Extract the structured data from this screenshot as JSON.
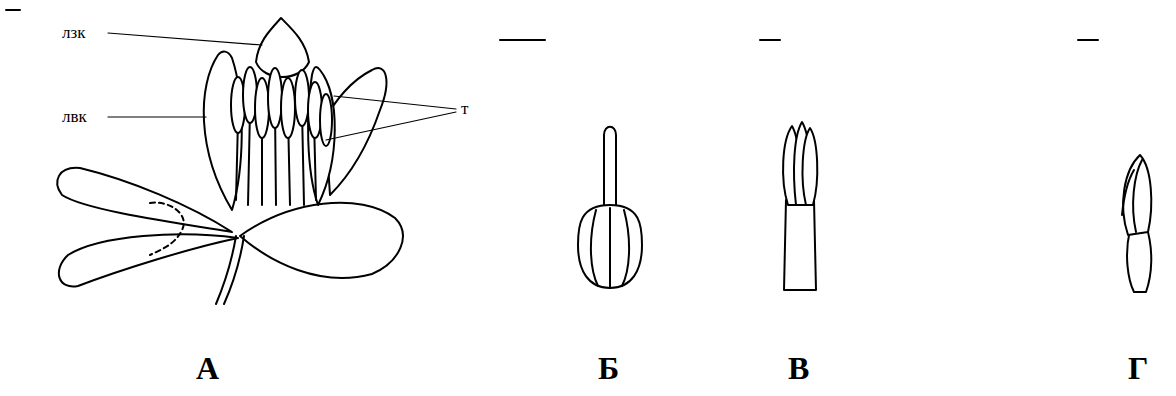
{
  "diagram": {
    "labels": [
      "лзк",
      "лвк",
      "т",
      "А",
      "Б",
      "В",
      "Г"
    ]
  }
}
